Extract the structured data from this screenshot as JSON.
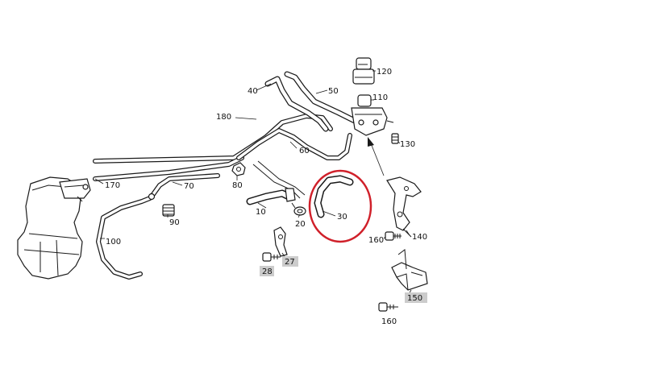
{
  "highlight_color": "#d0202a",
  "callouts": [
    {
      "id": "120",
      "text": "120"
    },
    {
      "id": "110",
      "text": "110"
    },
    {
      "id": "130",
      "text": "130"
    },
    {
      "id": "40",
      "text": "40"
    },
    {
      "id": "50",
      "text": "50"
    },
    {
      "id": "180",
      "text": "180"
    },
    {
      "id": "60",
      "text": "60"
    },
    {
      "id": "170",
      "text": "170"
    },
    {
      "id": "70",
      "text": "70"
    },
    {
      "id": "80",
      "text": "80"
    },
    {
      "id": "90",
      "text": "90"
    },
    {
      "id": "10",
      "text": "10"
    },
    {
      "id": "20",
      "text": "20"
    },
    {
      "id": "30",
      "text": "30"
    },
    {
      "id": "100",
      "text": "100"
    },
    {
      "id": "140",
      "text": "140"
    },
    {
      "id": "160a",
      "text": "160"
    },
    {
      "id": "27",
      "text": "27"
    },
    {
      "id": "28",
      "text": "28"
    },
    {
      "id": "150",
      "text": "150"
    },
    {
      "id": "160b",
      "text": "160"
    }
  ]
}
